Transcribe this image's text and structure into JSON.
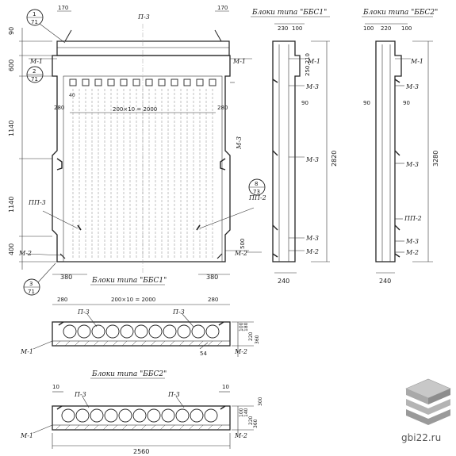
{
  "titles": {
    "bbs1_top": "Блоки типа \"ББС1\"",
    "bbs2_top": "Блоки типа \"ББС2\"",
    "bbs1_plan": "Блоки типа \"ББС1\"",
    "bbs2_plan": "Блоки типа \"ББС2\""
  },
  "labels": {
    "p3": "П-3",
    "m1": "М-1",
    "m2": "М-2",
    "m3": "М-3",
    "pp3": "ПП-3",
    "pp2": "ПП-2"
  },
  "callouts": {
    "c1_top": "1",
    "c1_bot": "71",
    "c2_top": "2",
    "c2_bot": "71",
    "c3_top": "3",
    "c3_bot": "71",
    "c8_top": "8",
    "c8_bot": "73"
  },
  "dims": {
    "d170a": "170",
    "d170b": "170",
    "d90": "90",
    "d600": "600",
    "d1140a": "1140",
    "d1140b": "1140",
    "d400": "400",
    "d40": "40",
    "d280a": "280",
    "d280b": "280",
    "d200x10": "200×10 = 2000",
    "d500": "500",
    "d380a": "380",
    "d380b": "380",
    "s230": "230",
    "s100": "100",
    "s250_210": "250,210",
    "s90a": "90",
    "s2820": "2820",
    "s240a": "240",
    "r100a": "100",
    "r220": "220",
    "r100b": "100",
    "r90a": "90",
    "r90b": "90",
    "r3280": "3280",
    "r240": "240",
    "p280a": "280",
    "p200x10": "200×10 = 2000",
    "p280b": "280",
    "p54": "54",
    "p100": "100",
    "p180": "180",
    "p220": "220",
    "p360": "360",
    "q10a": "10",
    "q10b": "10",
    "q2560": "2560",
    "q100": "100",
    "q140": "140",
    "q220": "220",
    "q360": "360",
    "q300": "300"
  },
  "watermark": "gbi22.ru"
}
